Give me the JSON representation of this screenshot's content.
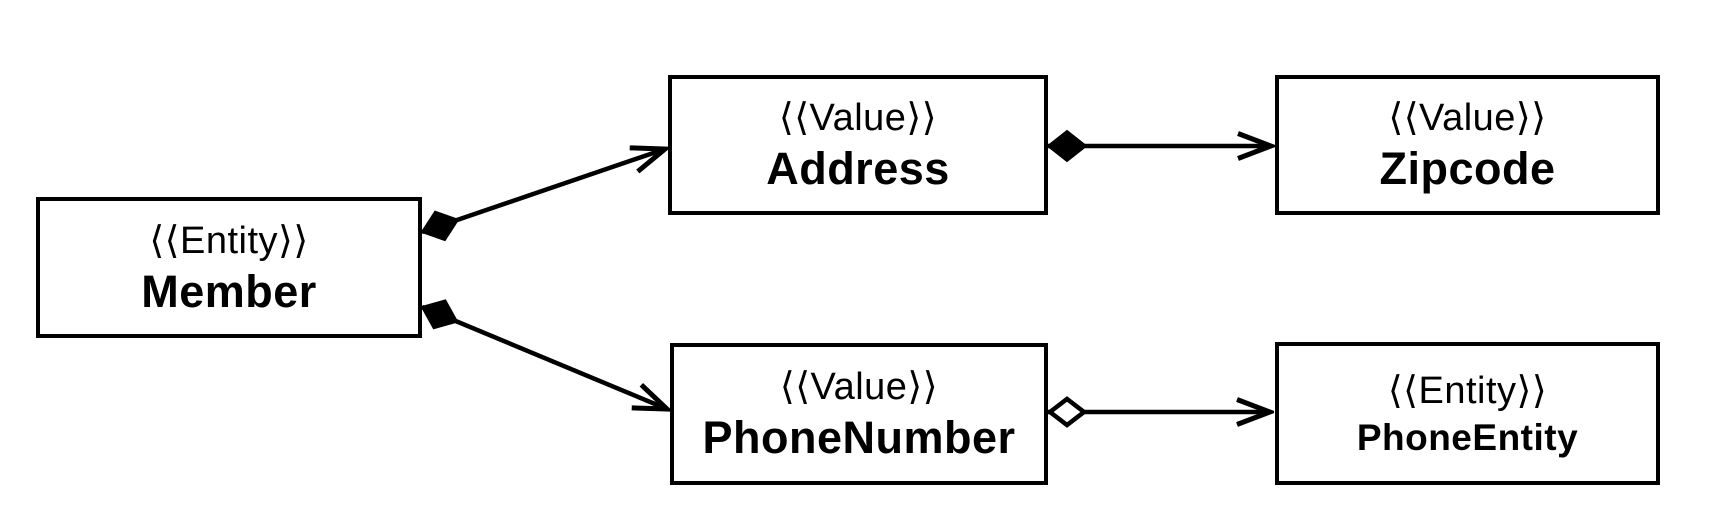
{
  "diagram": {
    "background_color": "#ffffff",
    "line_color": "#000000",
    "nodes": {
      "member": {
        "stereotype": "⟨⟨Entity⟩⟩",
        "name": "Member"
      },
      "address": {
        "stereotype": "⟨⟨Value⟩⟩",
        "name": "Address"
      },
      "zipcode": {
        "stereotype": "⟨⟨Value⟩⟩",
        "name": "Zipcode"
      },
      "phonenumber": {
        "stereotype": "⟨⟨Value⟩⟩",
        "name": "PhoneNumber"
      },
      "phoneentity": {
        "stereotype": "⟨⟨Entity⟩⟩",
        "name": "PhoneEntity"
      }
    },
    "relationships": [
      {
        "from": "Member",
        "to": "Address",
        "kind": "composition",
        "diamond": "filled",
        "diamond_at": "source",
        "arrowhead": "open"
      },
      {
        "from": "Member",
        "to": "PhoneNumber",
        "kind": "composition",
        "diamond": "filled",
        "diamond_at": "source",
        "arrowhead": "open"
      },
      {
        "from": "Address",
        "to": "Zipcode",
        "kind": "composition",
        "diamond": "filled",
        "diamond_at": "source",
        "arrowhead": "open"
      },
      {
        "from": "PhoneNumber",
        "to": "PhoneEntity",
        "kind": "aggregation",
        "diamond": "hollow",
        "diamond_at": "source",
        "arrowhead": "open"
      }
    ]
  }
}
